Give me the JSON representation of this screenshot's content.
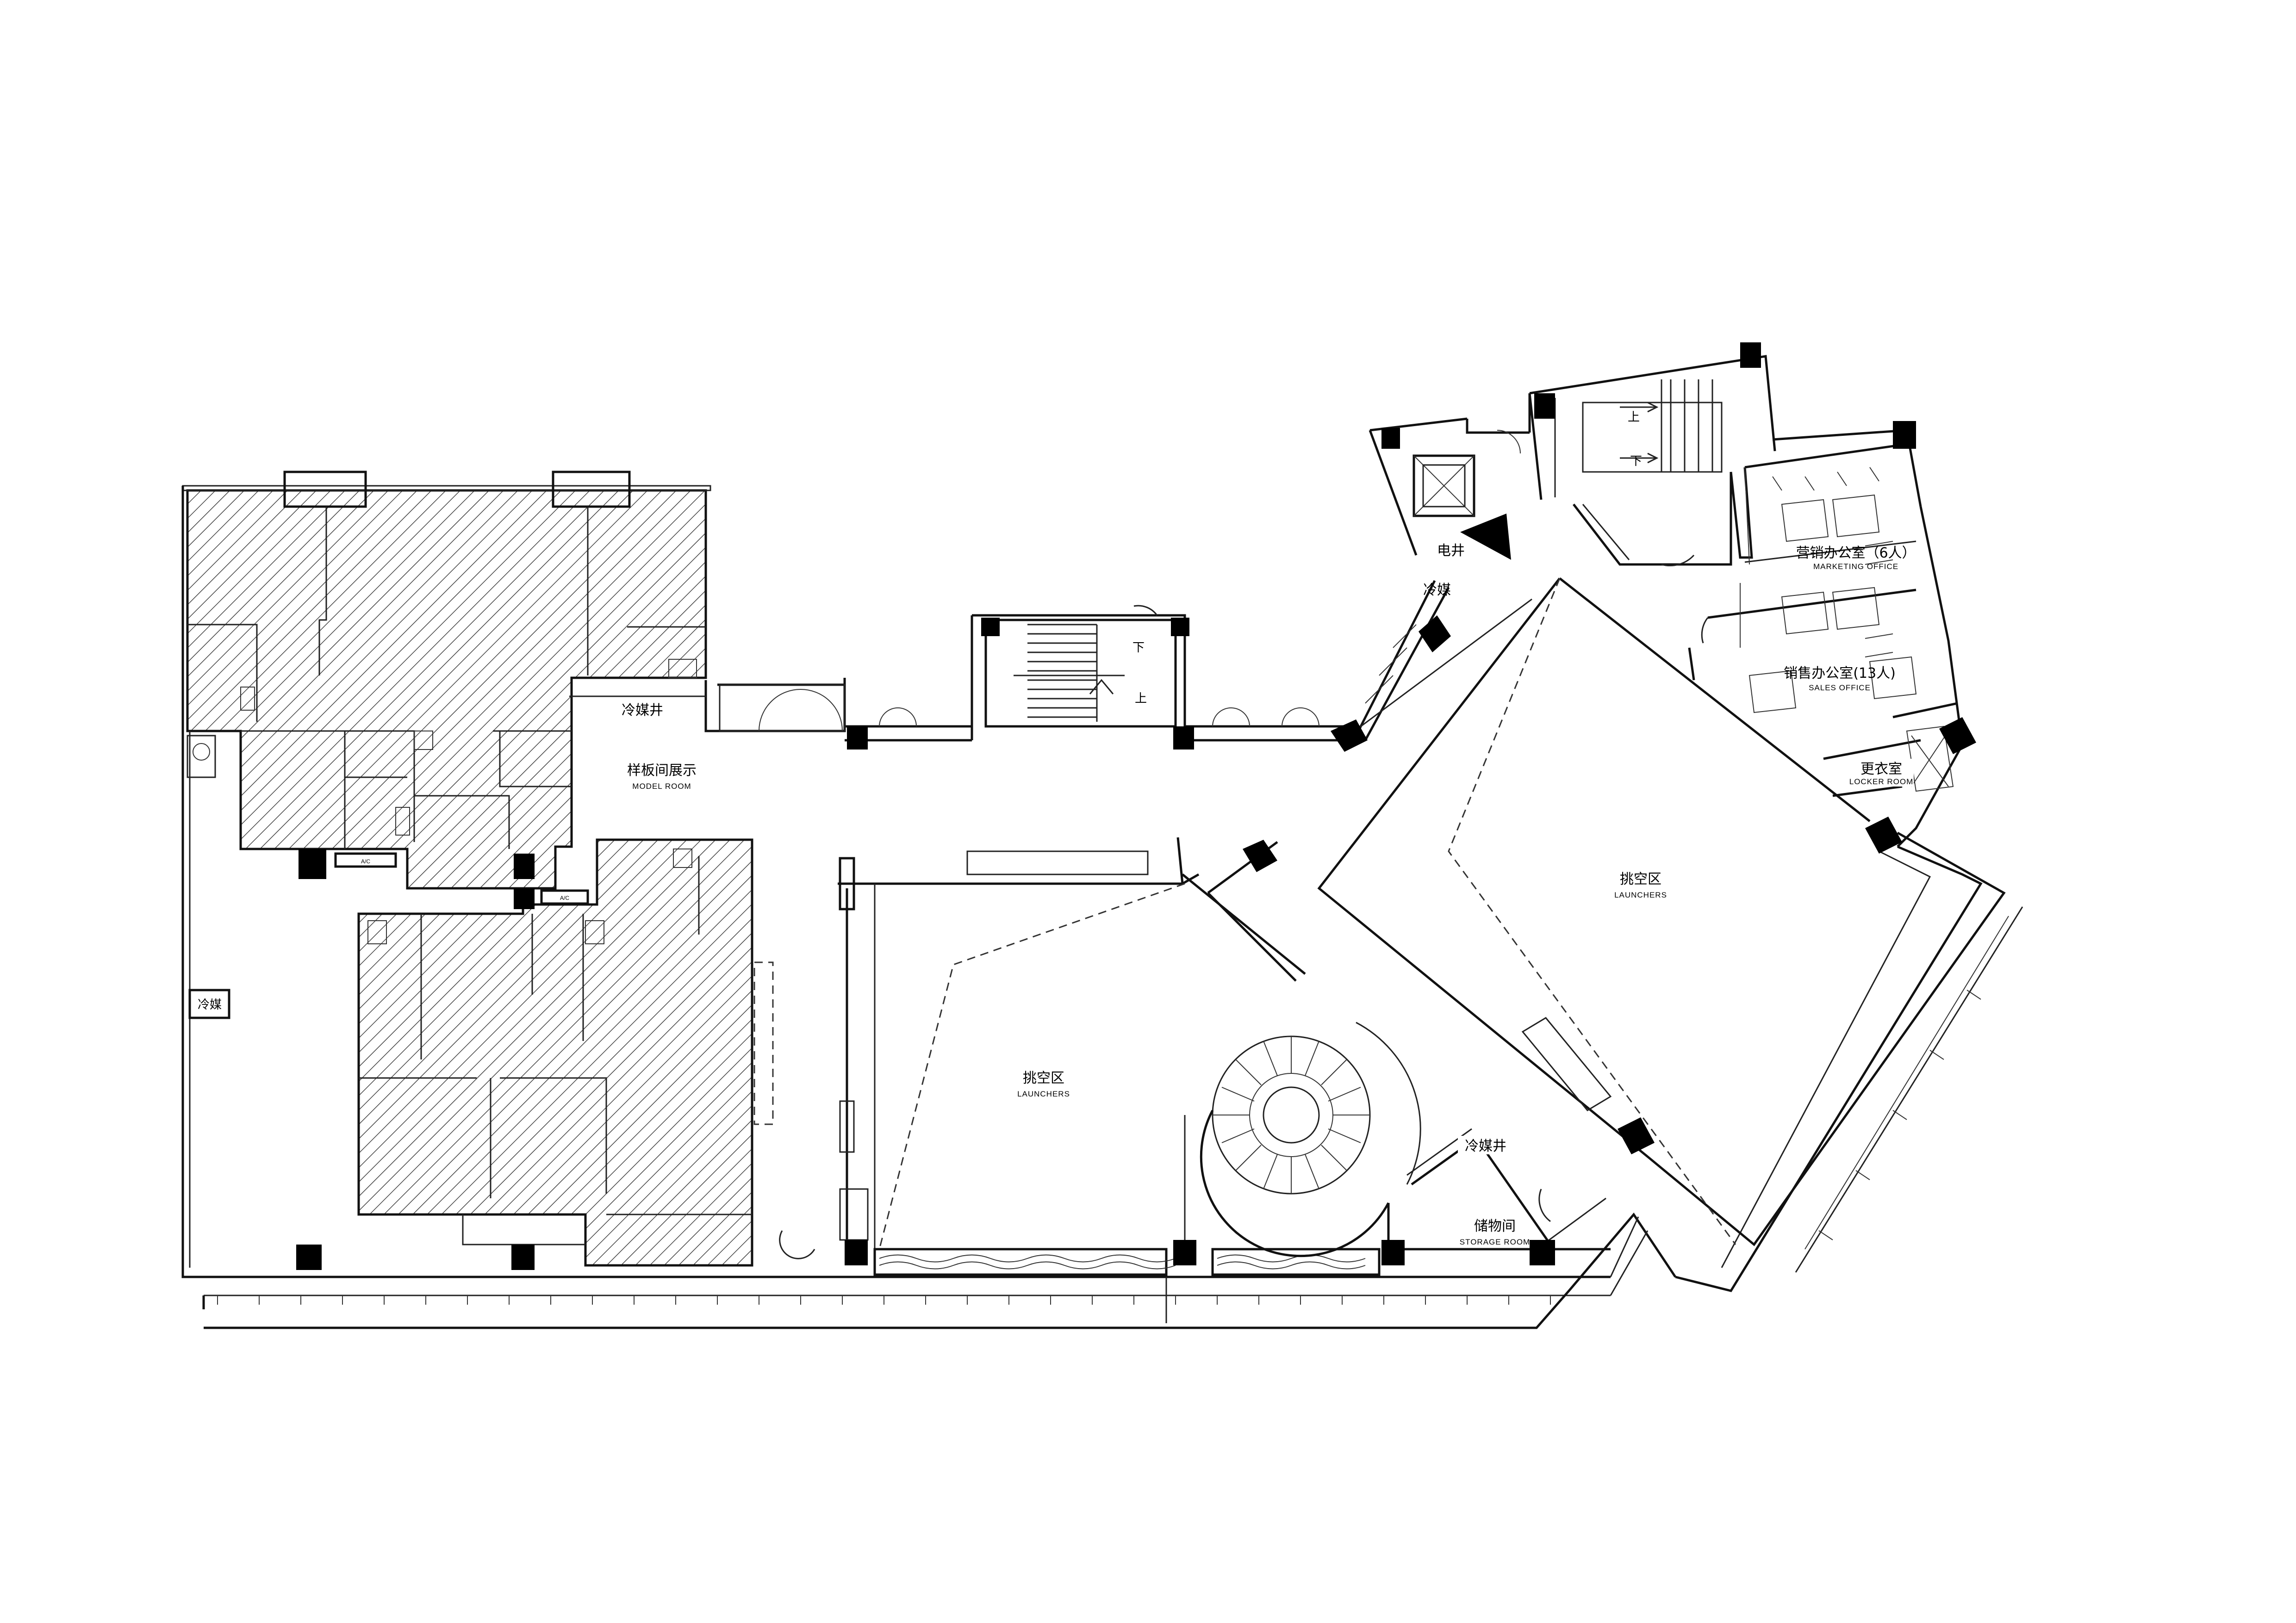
{
  "rooms": {
    "model_room": {
      "cn": "样板间展示",
      "en": "MODEL ROOM"
    },
    "launchers_center": {
      "cn": "挑空区",
      "en": "LAUNCHERS"
    },
    "launchers_right": {
      "cn": "挑空区",
      "en": "LAUNCHERS"
    },
    "storage_room": {
      "cn": "储物间",
      "en": "STORAGE ROOM"
    },
    "marketing_office": {
      "cn": "营销办公室（6人）",
      "en": "MARKETING OFFICE"
    },
    "sales_office": {
      "cn": "销售办公室(13人)",
      "en": "SALES OFFICE"
    },
    "locker_room": {
      "cn": "更衣室",
      "en": "LOCKER ROOM"
    }
  },
  "shafts": {
    "refrigerant_main": "冷媒井",
    "refrigerant_storage": "冷媒井",
    "refrigerant_east": "冷媒",
    "refrigerant_west": "冷媒",
    "electrical": "电井"
  },
  "stairs": {
    "center_down": "下",
    "center_up": "上",
    "north_up": "上",
    "north_down": "下"
  },
  "equipment_tags": {
    "ac_1": "A/C",
    "ac_2": "A/C"
  },
  "colors": {
    "line": "#111111",
    "column": "#000000",
    "background": "#ffffff"
  }
}
